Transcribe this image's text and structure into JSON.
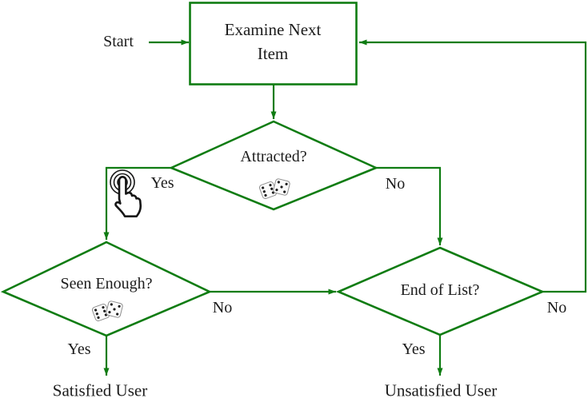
{
  "diagram": {
    "type": "flowchart",
    "colors": {
      "line": "#0f7c12",
      "text": "#1c1c1c",
      "background": "#ffffff"
    },
    "start": {
      "label": "Start"
    },
    "nodes": {
      "examine": {
        "shape": "rectangle",
        "line1": "Examine Next",
        "line2": "Item"
      },
      "attracted": {
        "shape": "diamond",
        "label": "Attracted?",
        "icon": "dice-icon"
      },
      "seen_enough": {
        "shape": "diamond",
        "label": "Seen Enough?",
        "icon": "dice-icon"
      },
      "end_of_list": {
        "shape": "diamond",
        "label": "End of List?"
      },
      "satisfied": {
        "label": "Satisfied User"
      },
      "unsatisfied": {
        "label": "Unsatisfied User"
      }
    },
    "edges": {
      "attracted_yes": {
        "label": "Yes",
        "icon": "tap-gesture-icon"
      },
      "attracted_no": {
        "label": "No"
      },
      "seen_enough_yes": {
        "label": "Yes"
      },
      "seen_enough_no": {
        "label": "No"
      },
      "end_of_list_yes": {
        "label": "Yes"
      },
      "end_of_list_no": {
        "label": "No"
      }
    }
  }
}
